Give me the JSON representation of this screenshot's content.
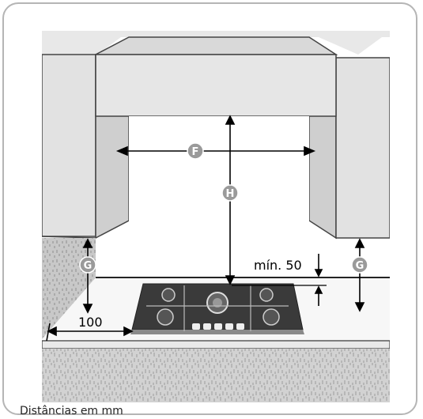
{
  "labels": {
    "F": "F",
    "G": "G",
    "H": "H",
    "min_distance": "mín. 50",
    "side_distance": "100"
  },
  "caption": "Distâncias em mm",
  "colors": {
    "marker_fill": "#9a9a9a",
    "line": "#000000",
    "cabinet": "#e4e4e4",
    "hob": "#3a3a3a"
  }
}
